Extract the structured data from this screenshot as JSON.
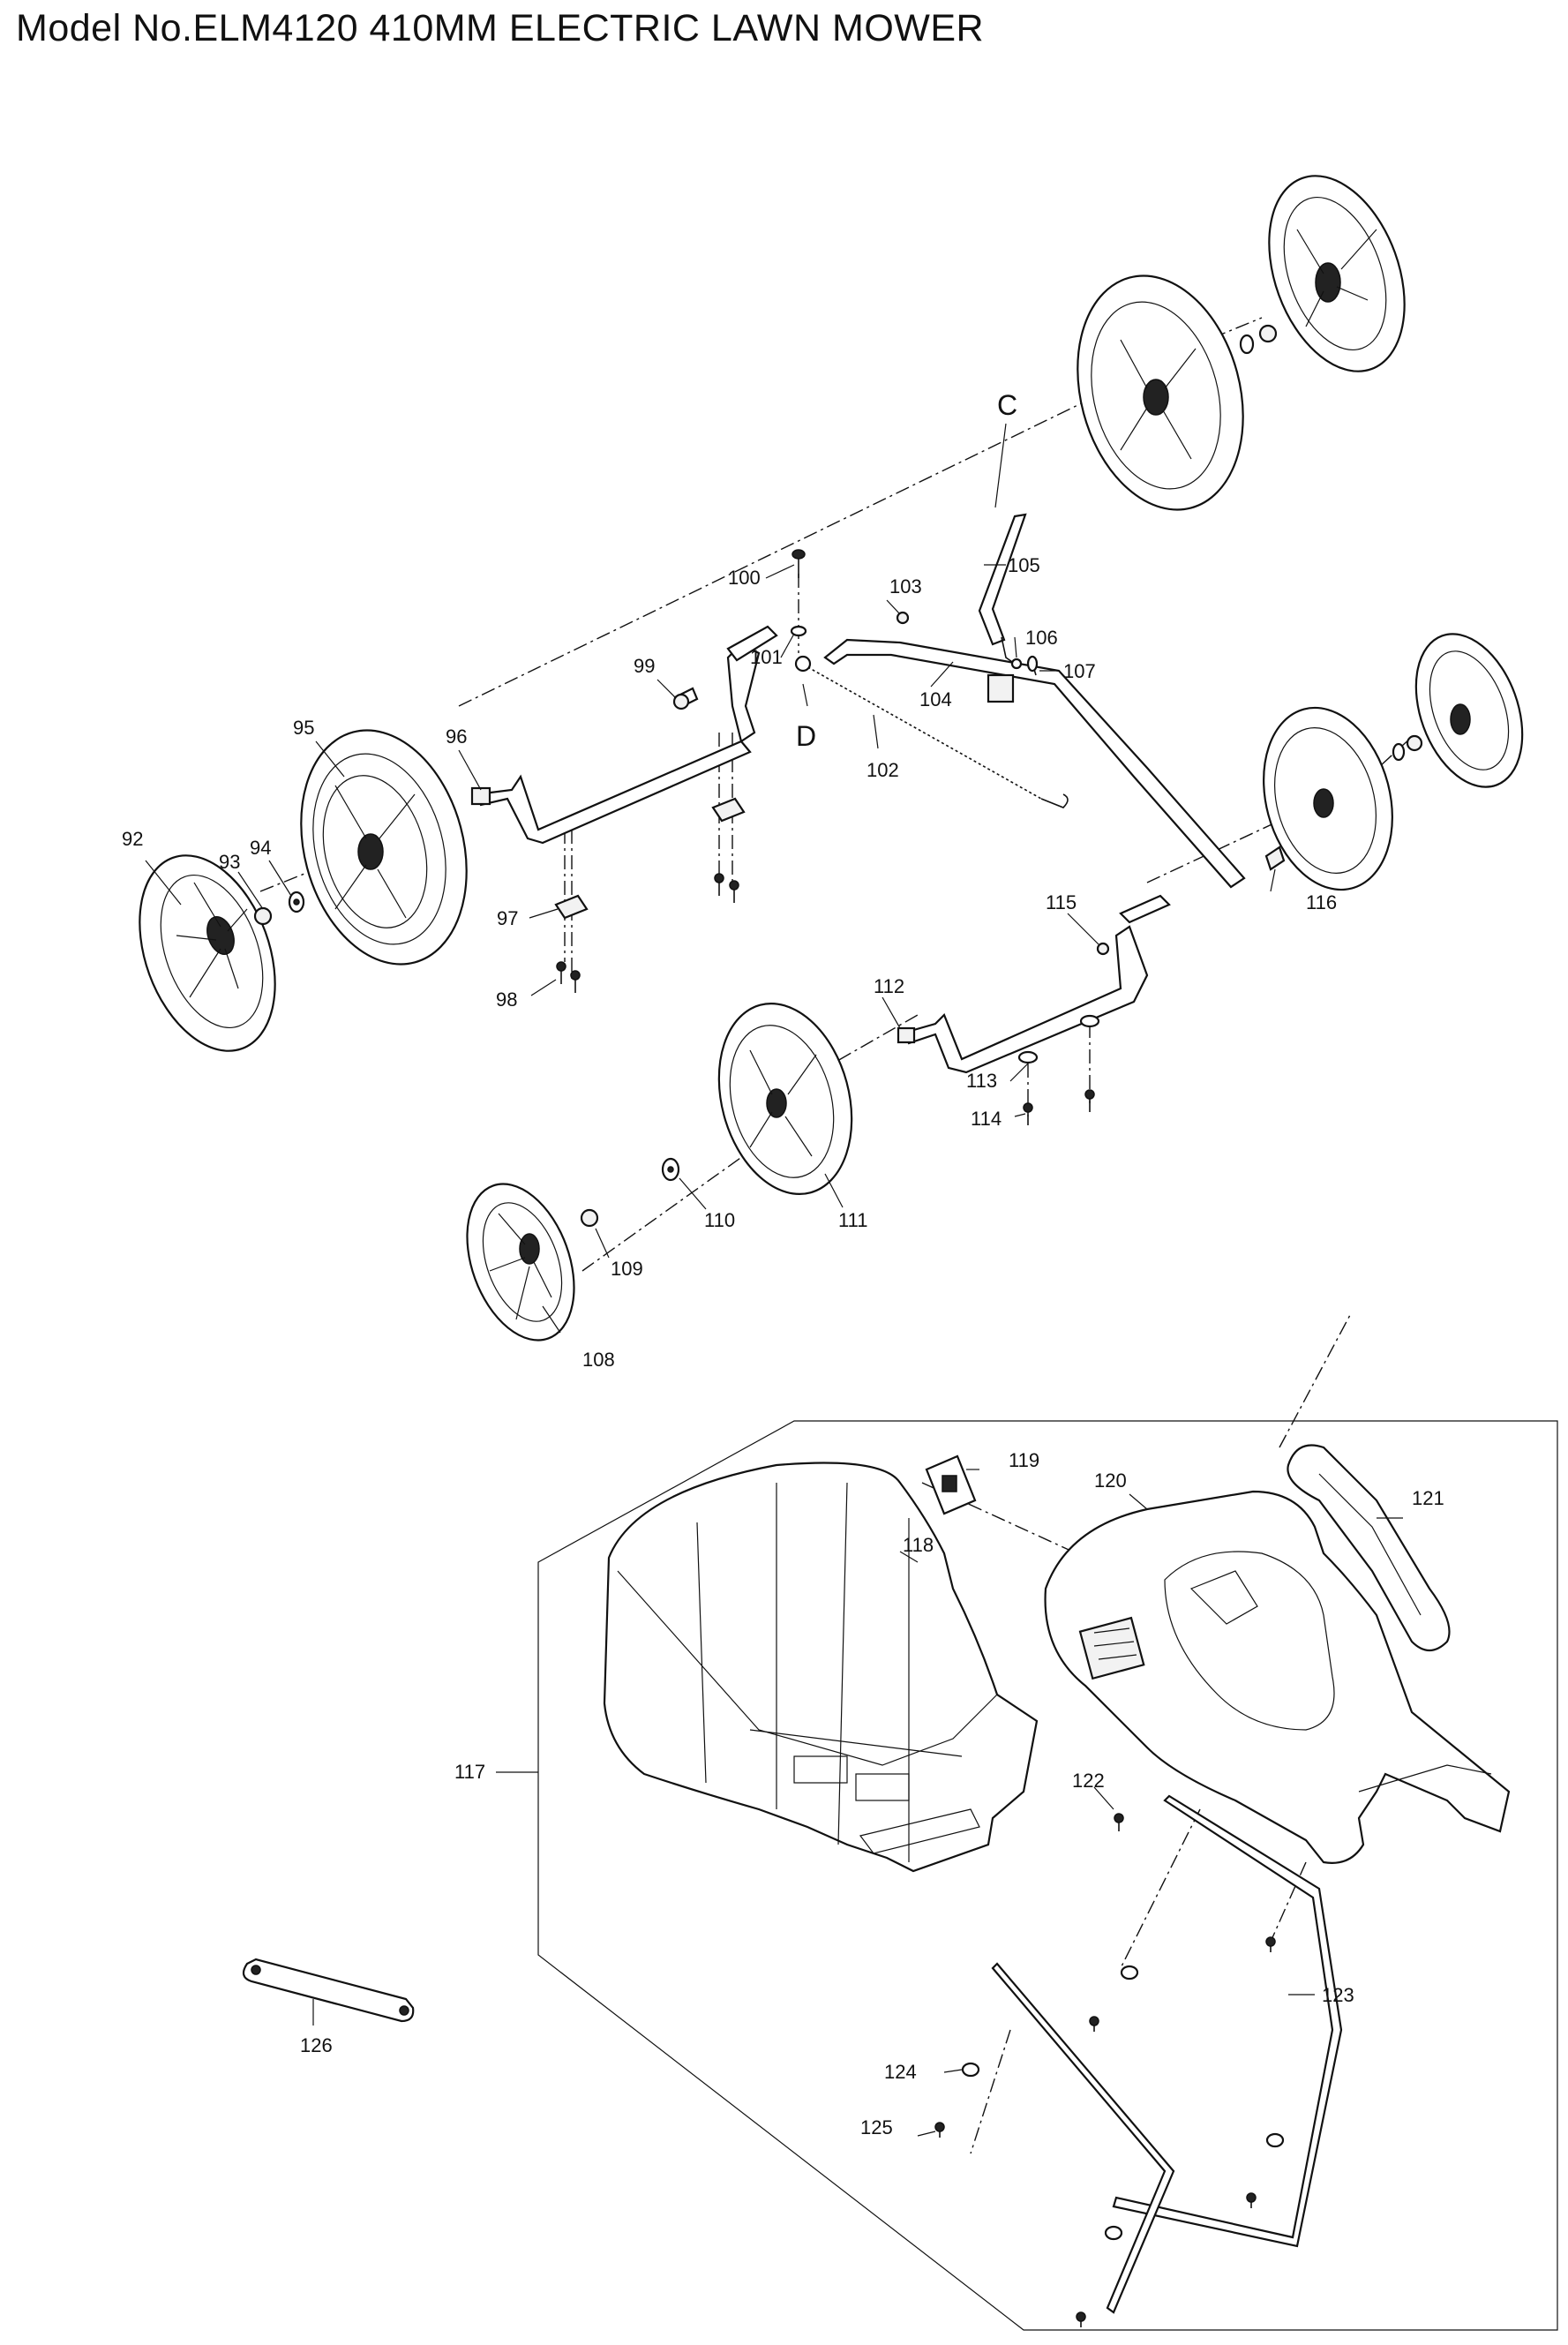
{
  "title": "Model No.ELM4120 410MM ELECTRIC LAWN MOWER",
  "callouts": {
    "C": "C",
    "D": "D",
    "p92": "92",
    "p93": "93",
    "p94": "94",
    "p95": "95",
    "p96": "96",
    "p97": "97",
    "p98": "98",
    "p99": "99",
    "p100": "100",
    "p101": "101",
    "p102": "102",
    "p103": "103",
    "p104": "104",
    "p105": "105",
    "p106": "106",
    "p107": "107",
    "p108": "108",
    "p109": "109",
    "p110": "110",
    "p111": "111",
    "p112": "112",
    "p113": "113",
    "p114": "114",
    "p115": "115",
    "p116": "116",
    "p117": "117",
    "p118": "118",
    "p119": "119",
    "p120": "120",
    "p121": "121",
    "p122": "122",
    "p123": "123",
    "p124": "124",
    "p125": "125",
    "p126": "126"
  }
}
